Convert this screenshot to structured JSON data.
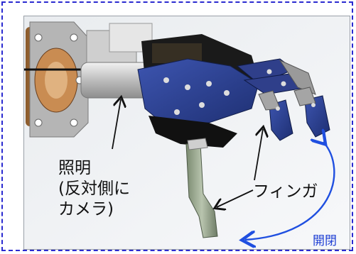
{
  "labels": {
    "light_line1": "照明",
    "light_line2": "(反対側に",
    "light_line3": "カメラ)",
    "finger": "フィンガ",
    "open_close": "開閉"
  },
  "colors": {
    "frame_dash": "#2a2ad0",
    "arrow_blue": "#1f4fe0",
    "hand_blue": "#2a3f8f",
    "text": "#111111"
  }
}
